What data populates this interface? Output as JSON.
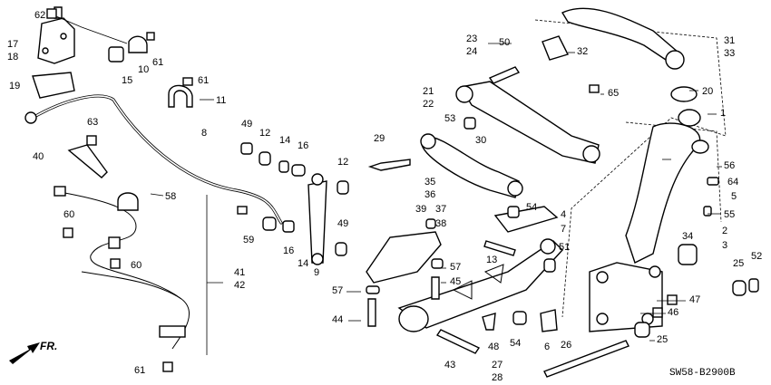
{
  "diagram_code": "SW58-B2900B",
  "direction_label": "FR.",
  "callouts": [
    "62",
    "17",
    "18",
    "15",
    "10",
    "61",
    "19",
    "61",
    "11",
    "63",
    "40",
    "8",
    "49",
    "12",
    "14",
    "16",
    "12",
    "58",
    "60",
    "60",
    "59",
    "16",
    "14",
    "9",
    "49",
    "41",
    "42",
    "29",
    "21",
    "22",
    "53",
    "30",
    "23",
    "24",
    "50",
    "32",
    "65",
    "31",
    "33",
    "20",
    "1",
    "56",
    "64",
    "5",
    "55",
    "35",
    "36",
    "39",
    "37",
    "38",
    "54",
    "4",
    "7",
    "57",
    "45",
    "13",
    "51",
    "57",
    "44",
    "34",
    "2",
    "3",
    "25",
    "52",
    "47",
    "46",
    "43",
    "48",
    "54",
    "6",
    "26",
    "25",
    "27",
    "28",
    "61"
  ]
}
